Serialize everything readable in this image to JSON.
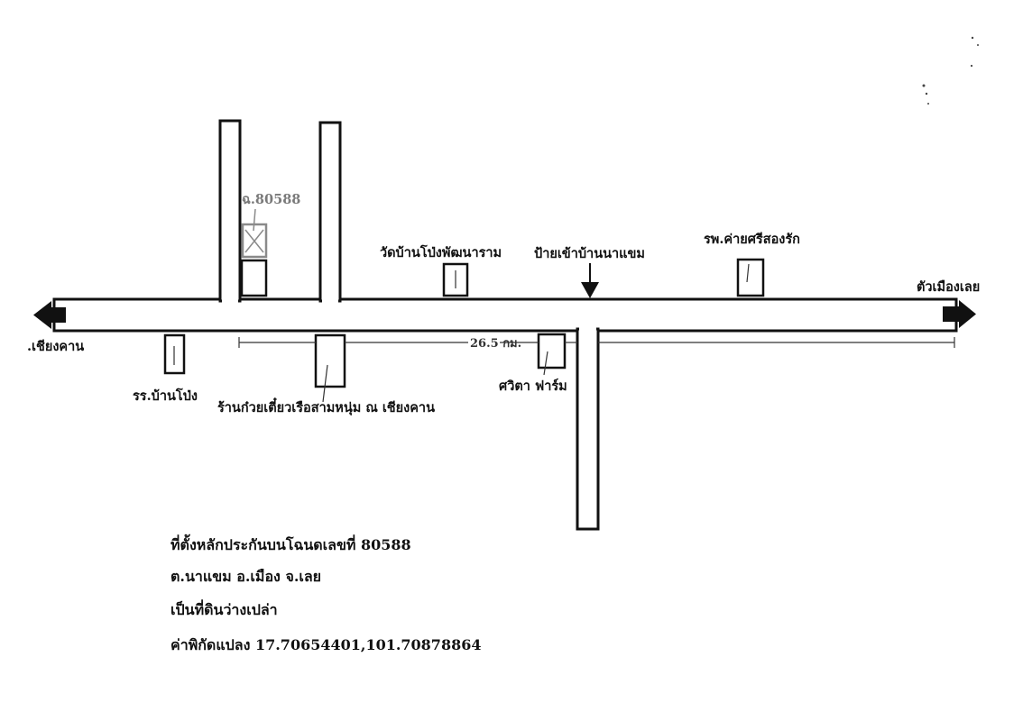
{
  "places": {
    "deed_label": "ฉ.80588",
    "temple": "วัดบ้านโป่งพัฒนาราม",
    "village_sign": "ป้ายเข้าบ้านนาแขม",
    "camp_hospital": "รพ.ค่ายศรีสองรัก",
    "school": "รร.บ้านโป่ง",
    "noodle_shop": "ร้านก๋วยเตี๋ยวเรือสามหนุ่ม ณ เชียงคาน",
    "farm": "ศวิตา ฟาร์ม"
  },
  "directions": {
    "left": ".เชียงคาน",
    "right": "ตัวเมืองเลย"
  },
  "distance": "26.5 กม.",
  "info": {
    "line1": "ที่ตั้งหลักประกันบนโฉนดเลขที่ 80588",
    "line2": "ต.นาแขม อ.เมือง จ.เลย",
    "line3": "เป็นที่ดินว่างเปล่า",
    "line4": "ค่าพิกัดแปลง 17.70654401,101.70878864"
  }
}
